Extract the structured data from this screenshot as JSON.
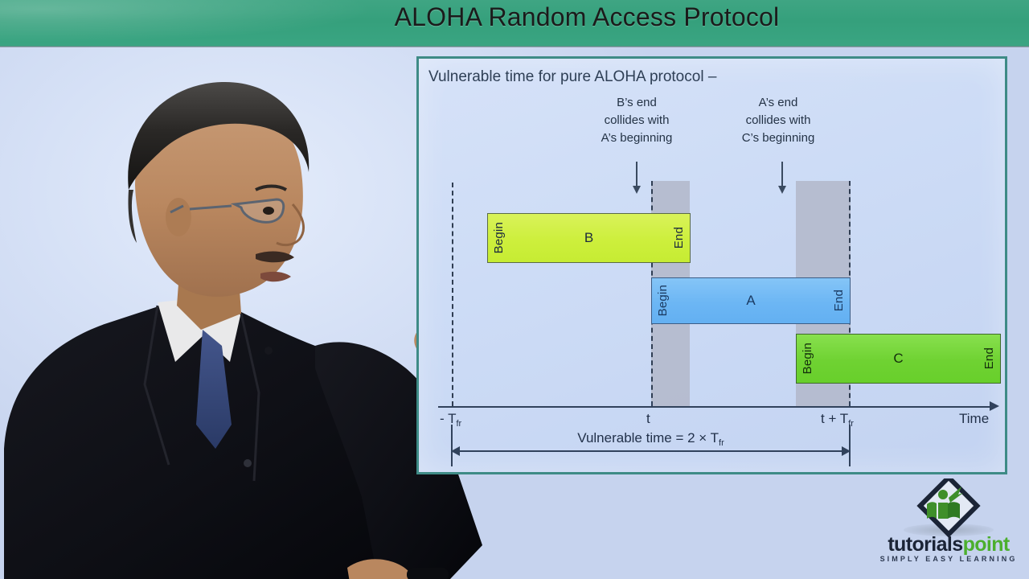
{
  "banner": {
    "title": "ALOHA Random Access Protocol",
    "bg_color": "#3aa582"
  },
  "slide": {
    "border_color": "#3e8b86",
    "heading": "Vulnerable time for pure ALOHA protocol –",
    "annotations": [
      {
        "name": "b-collision",
        "line1": "B’s end",
        "line2": "collides with",
        "line3": "A’s beginning"
      },
      {
        "name": "a-collision",
        "line1": "A’s end",
        "line2": "collides with",
        "line3": "C’s beginning"
      }
    ],
    "bars": [
      {
        "id": "B",
        "label": "B",
        "begin": "Begin",
        "end": "End",
        "color": "#cdef3c"
      },
      {
        "id": "A",
        "label": "A",
        "begin": "Begin",
        "end": "End",
        "color": "#6cb6f4"
      },
      {
        "id": "C",
        "label": "C",
        "begin": "Begin",
        "end": "End",
        "color": "#6fd232"
      }
    ],
    "axis": {
      "label_neg": "- T",
      "label_neg_sub": "fr",
      "label_t": "t",
      "label_t_plus": "t + T",
      "label_t_plus_sub": "fr",
      "label_time": "Time"
    },
    "measure": {
      "text": "Vulnerable time = 2 × T",
      "text_sub": "fr"
    },
    "band_color": "#b3b8cb"
  },
  "logo": {
    "word_part1": "tutorials",
    "word_part2": "point",
    "tagline": "SIMPLY EASY LEARNING",
    "brand_green": "#4caf2e",
    "brand_navy": "#1b2436"
  },
  "chart_data": {
    "type": "timeline",
    "title": "Vulnerable time for pure ALOHA protocol",
    "xlabel": "Time",
    "x_ticks": [
      "- T_fr",
      "t",
      "t + T_fr"
    ],
    "frames": [
      {
        "name": "B",
        "start": "- T_fr",
        "end": "t",
        "color": "#cdef3c",
        "row": 1
      },
      {
        "name": "A",
        "start": "t",
        "end": "t + T_fr",
        "color": "#6cb6f4",
        "row": 2
      },
      {
        "name": "C",
        "start": "t + T_fr",
        "end": "t + 2T_fr",
        "color": "#6fd232",
        "row": 3
      }
    ],
    "collision_bands": [
      {
        "at": "t",
        "note": "B's end collides with A's beginning"
      },
      {
        "at": "t + T_fr",
        "note": "A's end collides with C's beginning"
      }
    ],
    "measurement": {
      "label": "Vulnerable time = 2 × T_fr",
      "from": "- T_fr",
      "to": "t + T_fr",
      "value": 2,
      "unit": "T_fr"
    }
  }
}
